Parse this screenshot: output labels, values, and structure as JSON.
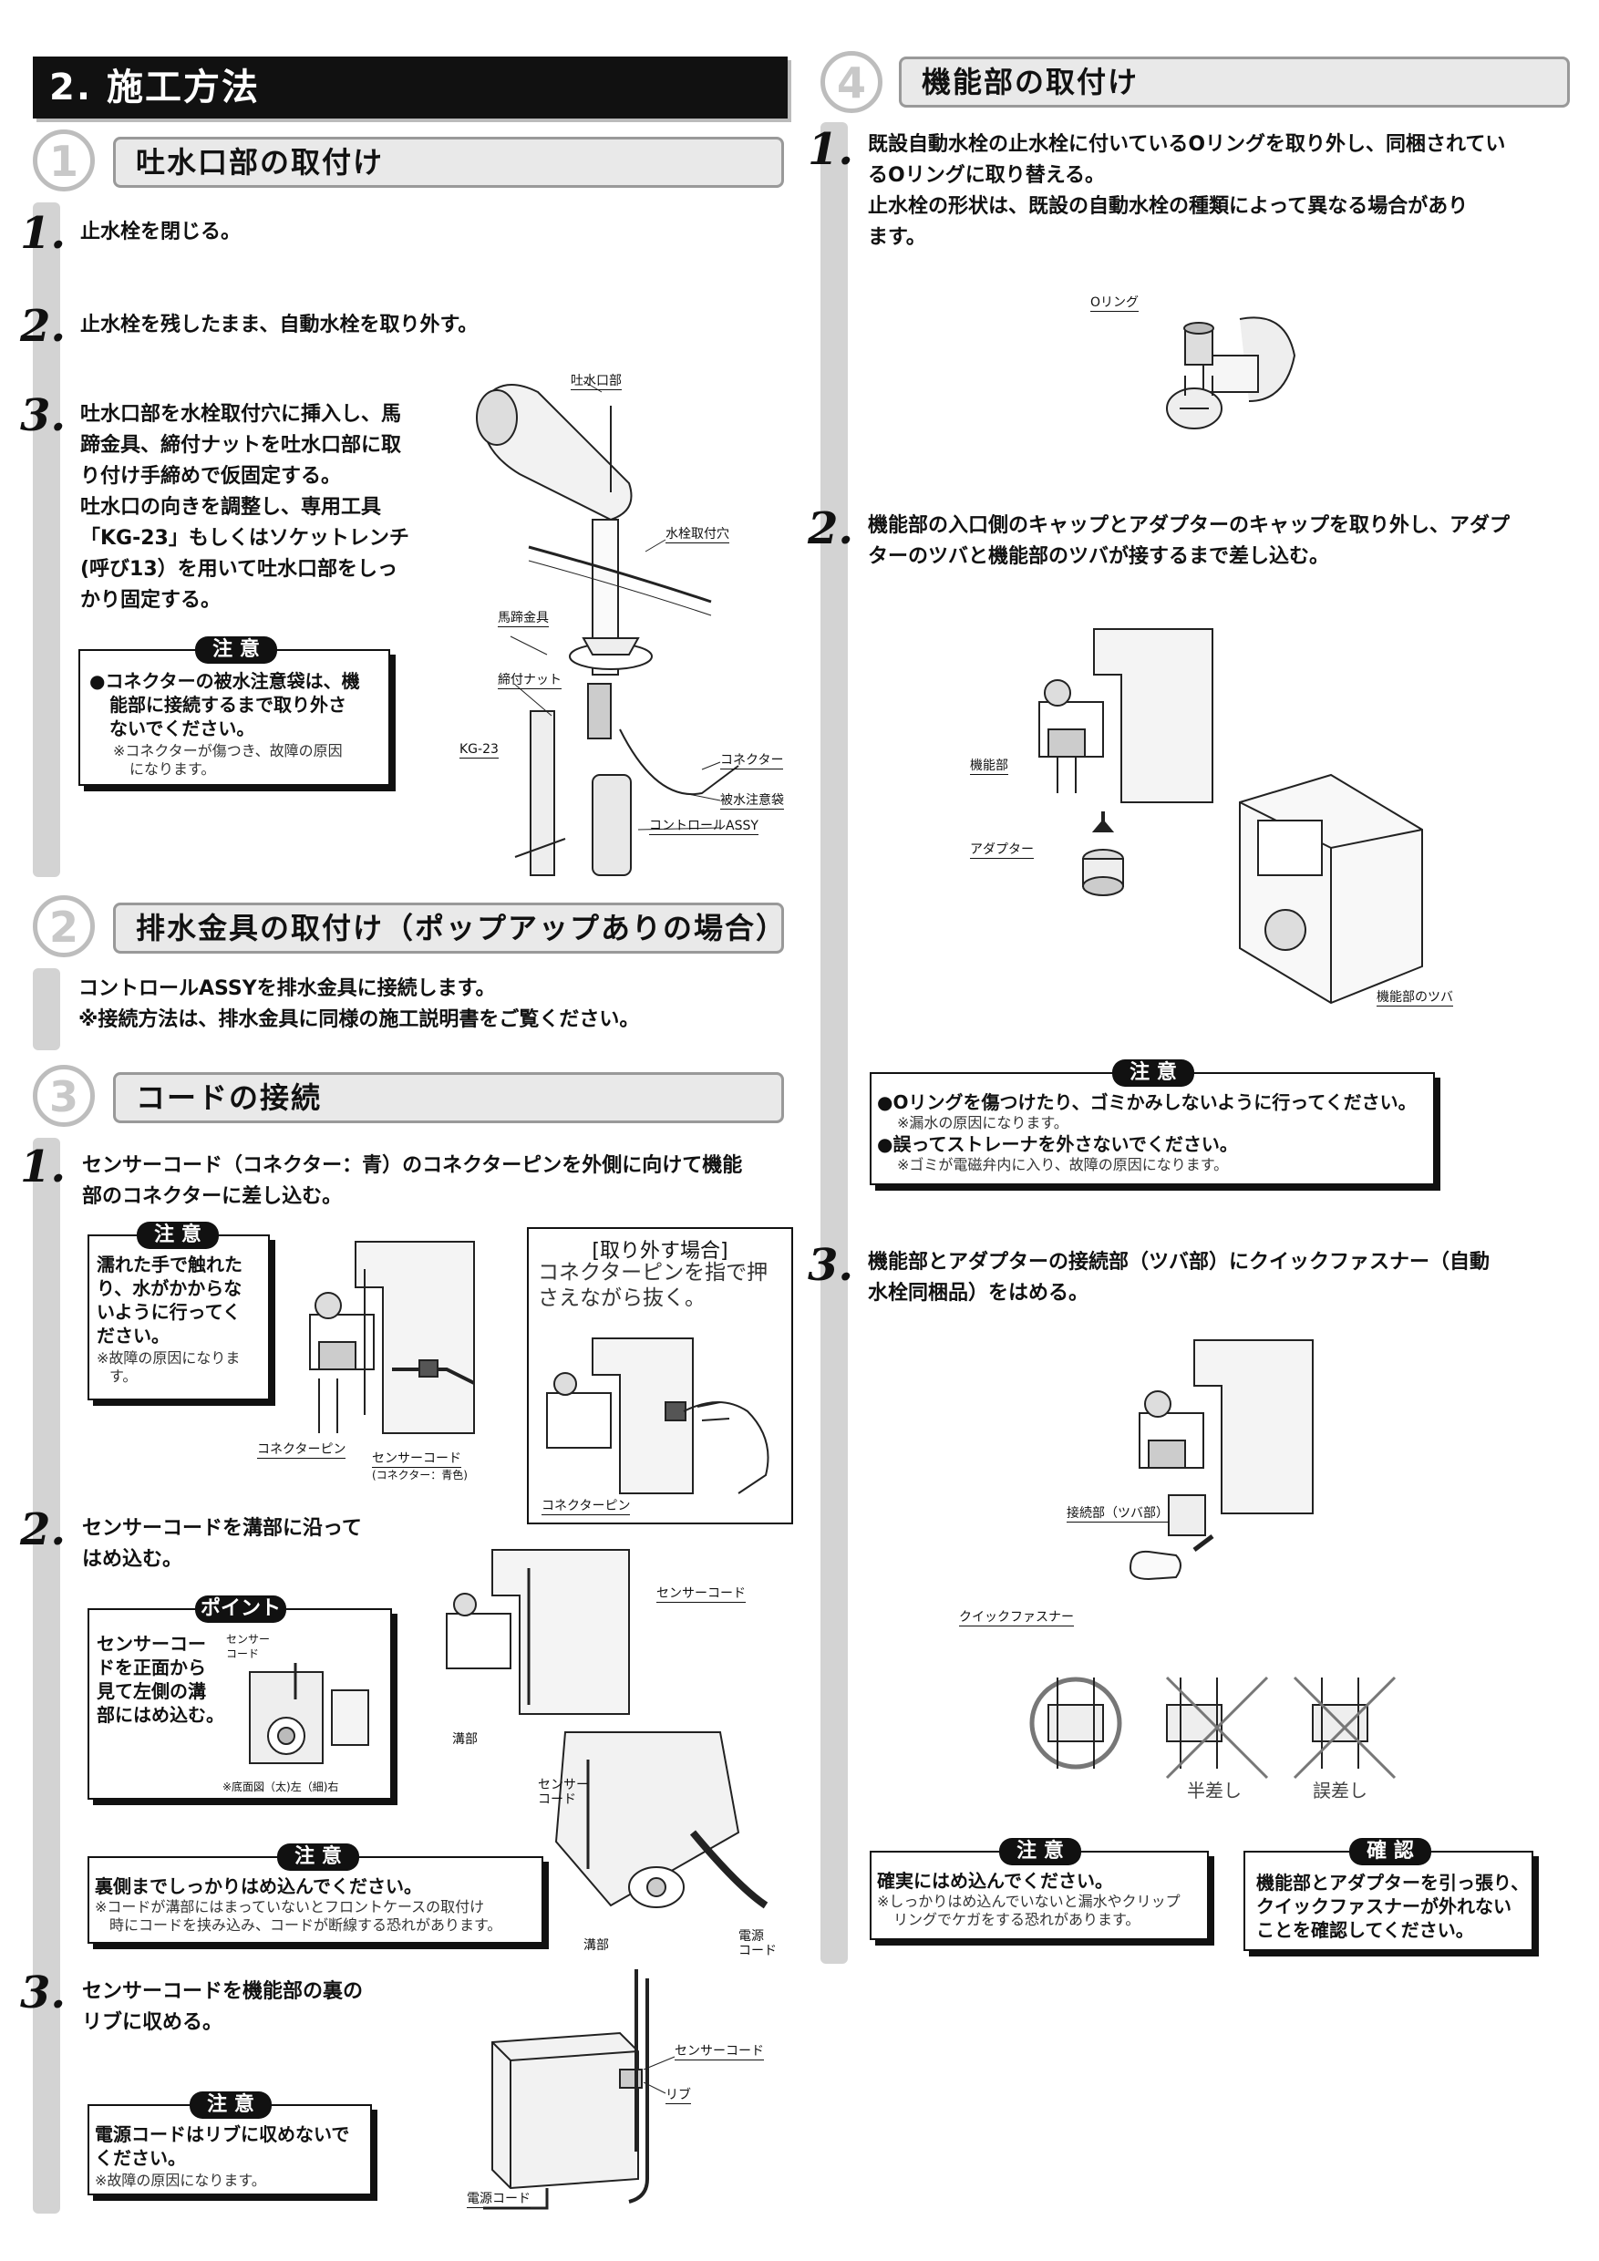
{
  "main_title": "2. 施工方法",
  "sections": {
    "s1": {
      "num": "1",
      "title": "吐水口部の取付け",
      "steps": [
        {
          "n": "1.",
          "text": "止水栓を閉じる。"
        },
        {
          "n": "2.",
          "text": "止水栓を残したまま、自動水栓を取り外す。"
        },
        {
          "n": "3.",
          "lines": [
            "吐水口部を水栓取付穴に挿入し、馬",
            "蹄金具、締付ナットを吐水口部に取",
            "り付け手締めで仮固定する。",
            "吐水口の向きを調整し、専用工具",
            "「KG-23」もしくはソケットレンチ",
            "(呼び13）を用いて吐水口部をしっ",
            "かり固定する。"
          ]
        }
      ],
      "caution": {
        "tag": "注 意",
        "lines": [
          "●コネクターの被水注意袋は、機",
          "能部に接続するまで取り外さ",
          "ないでください。"
        ],
        "note": [
          "※コネクターが傷つき、故障の原因",
          "になります。"
        ]
      },
      "labels": {
        "spout": "吐水口部",
        "hole": "水栓取付穴",
        "horseshoe": "馬蹄金具",
        "nut": "締付ナット",
        "tool": "KG-23",
        "connector": "コネクター",
        "bag": "被水注意袋",
        "control": "コントロールASSY"
      }
    },
    "s2": {
      "num": "2",
      "title": "排水金具の取付け（ポップアップありの場合）",
      "lines": [
        "コントロールASSYを排水金具に接続します。",
        "※接続方法は、排水金具に同様の施工説明書をご覧ください。"
      ]
    },
    "s3": {
      "num": "3",
      "title": "コードの接続",
      "steps": [
        {
          "n": "1.",
          "lines": [
            "センサーコード（コネクター：青）のコネクターピンを外側に向けて機能",
            "部のコネクターに差し込む。"
          ]
        },
        {
          "n": "2.",
          "lines": [
            "センサーコードを溝部に沿って",
            "はめ込む。"
          ]
        },
        {
          "n": "3.",
          "lines": [
            "センサーコードを機能部の裏の",
            "リブに収める。"
          ]
        }
      ],
      "caution1": {
        "tag": "注 意",
        "lines": [
          "濡れた手で触れた",
          "り、水がかからな",
          "いように行ってく",
          "ださい。"
        ],
        "note": [
          "※故障の原因になりま",
          "す。"
        ]
      },
      "remove": {
        "title": "[取り外す場合]",
        "lines": [
          "コネクターピンを指で押",
          "さえながら抜く。"
        ]
      },
      "labels1": {
        "pin": "コネクターピン",
        "cord": "センサーコード",
        "cord_sub": "(コネクター：青色)",
        "pin2": "コネクターピン"
      },
      "point": {
        "tag": "ポイント",
        "lines": [
          "センサーコー",
          "ドを正面から",
          "見て左側の溝",
          "部にはめ込む。"
        ],
        "small1": "センサー",
        "small2": "コード",
        "footnote": "※底面図（太)左（細)右"
      },
      "labels2": {
        "cord": "センサーコード",
        "groove": "溝部",
        "cord2a": "センサー",
        "cord2b": "コード",
        "groove2": "溝部",
        "power_a": "電源",
        "power_b": "コード"
      },
      "caution2": {
        "tag": "注 意",
        "line": "裏側までしっかりはめ込んでください。",
        "note": [
          "※コードが溝部にはまっていないとフロントケースの取付け",
          "時にコードを挟み込み、コードが断線する恐れがあります。"
        ]
      },
      "caution3": {
        "tag": "注 意",
        "lines": [
          "電源コードはリブに収めないで",
          "ください。"
        ],
        "note": "※故障の原因になります。"
      },
      "labels3": {
        "cord": "センサーコード",
        "rib": "リブ",
        "power": "電源コード"
      }
    },
    "s4": {
      "num": "4",
      "title": "機能部の取付け",
      "steps": [
        {
          "n": "1.",
          "lines": [
            "既設自動水栓の止水栓に付いているOリングを取り外し、同梱されてい",
            "るOリングに取り替える。",
            "止水栓の形状は、既設の自動水栓の種類によって異なる場合があり",
            "ます。"
          ]
        },
        {
          "n": "2.",
          "lines": [
            "機能部の入口側のキャップとアダプターのキャップを取り外し、アダプ",
            "ターのツバと機能部のツバが接するまで差し込む。"
          ]
        },
        {
          "n": "3.",
          "lines": [
            "機能部とアダプターの接続部（ツバ部）にクイックファスナー（自動",
            "水栓同梱品）をはめる。"
          ]
        }
      ],
      "labels1": {
        "oring": "Oリング"
      },
      "labels2": {
        "unit": "機能部",
        "adapter": "アダプター",
        "flange": "機能部のツバ"
      },
      "caution1": {
        "tag": "注 意",
        "l1": "●Oリングを傷つけたり、ゴミかみしないように行ってください。",
        "n1": "※漏水の原因になります。",
        "l2": "●誤ってストレーナを外さないでください。",
        "n2": "※ゴミが電磁弁内に入り、故障の原因になります。"
      },
      "labels3": {
        "joint": "接続部（ツバ部）",
        "fastener": "クイックファスナー",
        "half": "半差し",
        "wrong": "誤差し"
      },
      "caution2": {
        "tag": "注 意",
        "line": "確実にはめ込んでください。",
        "note": [
          "※しっかりはめ込んでいないと漏水やクリップ",
          "リングでケガをする恐れがあります。"
        ]
      },
      "confirm": {
        "tag": "確 認",
        "lines": [
          "機能部とアダプターを引っ張り、",
          "クイックファスナーが外れない",
          "ことを確認してください。"
        ]
      }
    }
  }
}
